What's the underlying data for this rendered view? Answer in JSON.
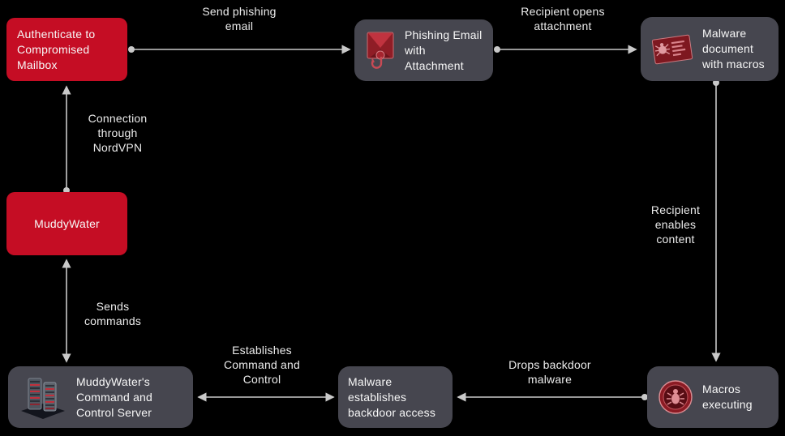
{
  "diagram": {
    "subject": "MuddyWater attack chain flow",
    "colors": {
      "background": "#000000",
      "node_red": "#c50d24",
      "node_dark": "#46464f",
      "connector": "#c9c9c9",
      "text": "#f0f0f0"
    },
    "nodes": [
      {
        "id": "authenticate-mailbox",
        "label": "Authenticate to Compromised Mailbox",
        "variant": "red"
      },
      {
        "id": "muddywater",
        "label": "MuddyWater",
        "variant": "red"
      },
      {
        "id": "phishing-email",
        "label": "Phishing Email with Attachment",
        "variant": "dark",
        "icon": "phishing-email-icon"
      },
      {
        "id": "malware-document",
        "label": "Malware document with macros",
        "variant": "dark",
        "icon": "malware-document-icon"
      },
      {
        "id": "c2-server",
        "label": "MuddyWater's Command and Control Server",
        "variant": "dark",
        "icon": "server-icon"
      },
      {
        "id": "backdoor-access",
        "label": "Malware establishes backdoor access",
        "variant": "dark"
      },
      {
        "id": "macros-executing",
        "label": "Macros executing",
        "variant": "dark",
        "icon": "macros-icon"
      }
    ],
    "edges": [
      {
        "from": "authenticate-mailbox",
        "to": "phishing-email",
        "label": "Send phishing email",
        "direction": "forward",
        "origin_marker": "dot"
      },
      {
        "from": "phishing-email",
        "to": "malware-document",
        "label": "Recipient opens attachment",
        "direction": "forward",
        "origin_marker": "dot"
      },
      {
        "from": "muddywater",
        "to": "authenticate-mailbox",
        "label": "Connection through NordVPN",
        "direction": "forward",
        "origin_marker": "dot"
      },
      {
        "from": "malware-document",
        "to": "macros-executing",
        "label": "Recipient enables content",
        "direction": "forward",
        "origin_marker": "dot"
      },
      {
        "from": "muddywater",
        "to": "c2-server",
        "label": "Sends commands",
        "direction": "both",
        "origin_marker": "arrow"
      },
      {
        "from": "backdoor-access",
        "to": "c2-server",
        "label": "Establishes Command and Control",
        "direction": "both",
        "origin_marker": "arrow"
      },
      {
        "from": "macros-executing",
        "to": "backdoor-access",
        "label": "Drops backdoor malware",
        "direction": "forward",
        "origin_marker": "dot"
      }
    ]
  }
}
